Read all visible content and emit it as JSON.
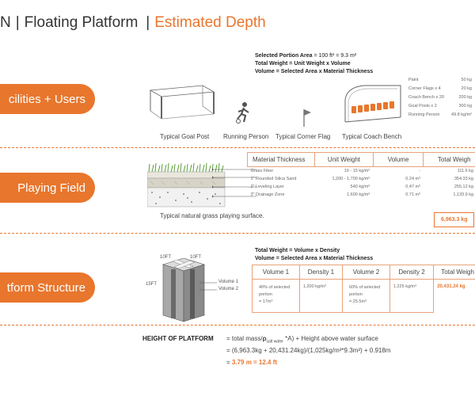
{
  "header": {
    "prefix": "N",
    "title": "Floating Platform",
    "subtitle": "Estimated Depth"
  },
  "sections": {
    "facilities": {
      "pill_label": "cilities + Users",
      "formula_area": "Selected Portion Area",
      "formula_area_value": " = 100 ft² = 9.3 m²",
      "formula_weight": "Total Weight = Unit Weight x Volume",
      "formula_volume": "Volume = Selected Area x Material Thickness",
      "captions": [
        "Typical Goal Post",
        "Running Person",
        "Typical Corner Flag",
        "Typical Coach Bench"
      ],
      "items": [
        {
          "label": "Paint",
          "value": "50 kg"
        },
        {
          "label": "Corner Flags x 4",
          "value": "20 kg"
        },
        {
          "label": "Coach Bench x 20",
          "value": "200 kg"
        },
        {
          "label": "Goal Posts x 2",
          "value": "300 kg"
        },
        {
          "label": "Running Person",
          "value": "49.8 kg/m²"
        }
      ]
    },
    "field": {
      "pill_label": "Playing Field",
      "caption": "Typical natural grass playing surface.",
      "columns": [
        "Material Thickness",
        "Unit Weight",
        "Volume",
        "Total Weigh"
      ],
      "rows": [
        {
          "name": "Grass Fiber",
          "unit": "10 - 15 kg/m²",
          "volume": "-",
          "total": "111.6 kg"
        },
        {
          "name": "1\" Rounded Silica Sand",
          "unit": "1,200 - 1,700 kg/m³",
          "volume": "0.24 m³",
          "total": "354.33 kg"
        },
        {
          "name": "2\" Leveling Layer",
          "unit": "540 kg/m³",
          "volume": "0.47 m³",
          "total": "255.12 kg"
        },
        {
          "name": "3\" Drainage Zone",
          "unit": "1,600 kg/m³",
          "volume": "0.71 m³",
          "total": "1,133.9 kg"
        }
      ],
      "total": "6,963.3 kg"
    },
    "structure": {
      "pill_label": "tform Structure",
      "formula_weight": "Total Weight = Volume x Density",
      "formula_volume": "Volume = Selected Area x Material Thickness",
      "dim_top_left": "10FT",
      "dim_top_right": "10FT",
      "dim_side": "15FT",
      "vol1_label": "Volume 1",
      "vol2_label": "Volume 2",
      "columns": [
        "Volume 1",
        "Density 1",
        "Volume 2",
        "Density 2",
        "Total Weigh"
      ],
      "cells": {
        "v1_line1": "40% of selected",
        "v1_line2": "portion",
        "v1_line3": "= 17m³",
        "d1": "1,200 kg/m³",
        "v2_line1": "60% of selected",
        "v2_line2": "portion",
        "v2_line3": "= 25.5m³",
        "d2": "1,225 kg/m³",
        "total": "20,431.24 kg"
      }
    },
    "height": {
      "label": "HEIGHT OF PLATFORM",
      "line1_a": "= total mass/",
      "line1_rho": "ρ",
      "line1_sub": "salt water",
      "line1_b": " *A) + Height above water surface",
      "line2": "= (6,963.3kg + 20,431.24kg)/(1,025kg/m³*9.3m²) + 0.918m",
      "line3_prefix": "= ",
      "line3_result": "3.79 m = 12.4 ft"
    }
  },
  "colors": {
    "accent": "#e8762d",
    "text": "#333333"
  }
}
